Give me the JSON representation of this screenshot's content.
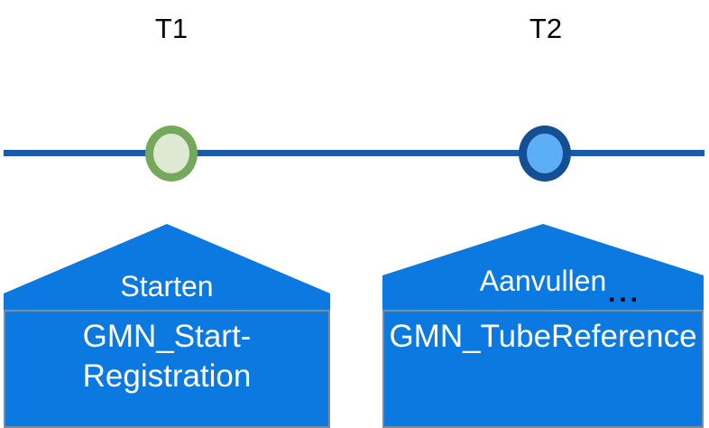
{
  "diagram": {
    "type": "timeline",
    "background_color": "#FFFFFF",
    "axis": {
      "color": "#1A5AA8",
      "orientation": "horizontal"
    },
    "time_markers": [
      {
        "id": "T1",
        "label": "T1",
        "node_style": "circle",
        "node_border_color": "#76A85C",
        "node_fill_color": "#DDE9D3"
      },
      {
        "id": "T2",
        "label": "T2",
        "node_style": "circle",
        "node_border_color": "#134F92",
        "node_fill_color": "#5CAFF6"
      }
    ],
    "steps": [
      {
        "id": "step-starten",
        "action_label": "Starten",
        "object_label": "GMN_Start-Registration",
        "fill_color": "#0C79E0",
        "border_color": "#7F8B99",
        "text_color": "#FFFFFF",
        "continuation_marker": ""
      },
      {
        "id": "step-aanvullen",
        "action_label": "Aanvullen",
        "object_label": "GMN_TubeReference",
        "fill_color": "#0C79E0",
        "border_color": "#7F8B99",
        "text_color": "#FFFFFF",
        "continuation_marker": "..."
      }
    ]
  }
}
